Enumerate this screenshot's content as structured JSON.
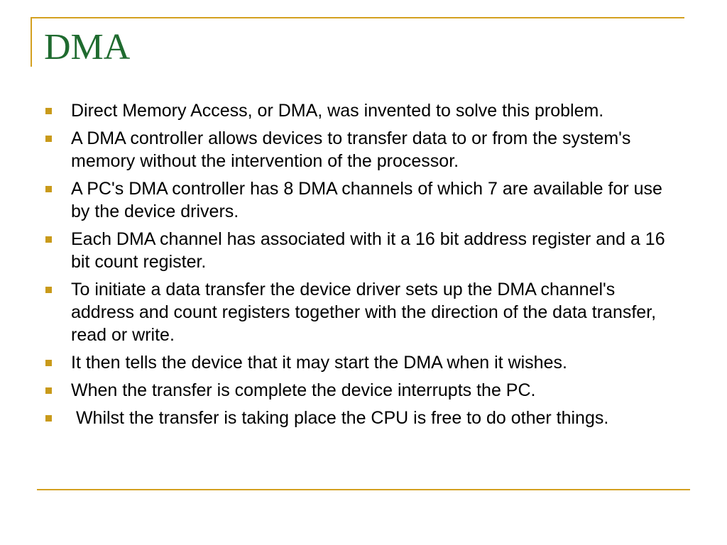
{
  "slide": {
    "title": "DMA",
    "bullets": [
      "Direct Memory Access, or DMA, was invented to solve this problem.",
      "A DMA controller allows devices to transfer data to or from the system's memory without the intervention of the processor.",
      "A PC's DMA controller has 8 DMA channels of which 7 are available for use by the device drivers.",
      "Each DMA channel has associated with it a 16 bit address register and a 16 bit count register.",
      "To initiate a data transfer the device driver sets up the DMA channel's address and count registers together with the direction of the data transfer, read or write.",
      "It then tells the device that it may start the DMA when it wishes.",
      "When the transfer is complete the device interrupts the PC.",
      " Whilst the transfer is taking place the CPU is free to do other things."
    ]
  },
  "colors": {
    "title": "#1f6b2f",
    "accent_rule": "#d4a020",
    "bullet_marker": "#c99a1a",
    "body_text": "#000000"
  },
  "icons": {
    "bullet": "square-bullet-icon"
  }
}
